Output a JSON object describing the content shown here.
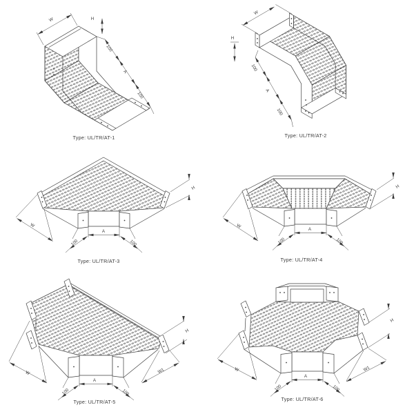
{
  "page": {
    "background": "#ffffff",
    "line_color": "#3e3e3e",
    "text_color": "#3a3a3a"
  },
  "figures": [
    {
      "id": "at-1",
      "caption": "Type: UL/TR/AT-1",
      "dims": {
        "w": "W",
        "h": "H",
        "a": "A",
        "d1": "100",
        "d2": "100"
      }
    },
    {
      "id": "at-2",
      "caption": "Type: UL/TR/AT-2",
      "dims": {
        "w": "W",
        "h": "H",
        "a": "A",
        "d1": "100",
        "d2": "100"
      }
    },
    {
      "id": "at-3",
      "caption": "Type: UL/TR/AT-3",
      "dims": {
        "w": "W",
        "h": "H",
        "a": "A",
        "d1": "100",
        "d2": "100"
      }
    },
    {
      "id": "at-4",
      "caption": "Type: UL/TR/AT-4",
      "dims": {
        "w": "W",
        "h": "H",
        "a": "A",
        "d1": "100",
        "d2": "100"
      }
    },
    {
      "id": "at-5",
      "caption": "Type: UL/TR/AT-5",
      "dims": {
        "w": "W",
        "w1": "W1",
        "h": "H",
        "a": "A",
        "d1": "100",
        "d2": "100"
      }
    },
    {
      "id": "at-6",
      "caption": "Type: UL/TR/AT-6",
      "dims": {
        "w": "W",
        "w1": "W1",
        "h": "H",
        "a": "A",
        "d1": "100",
        "d2": "100"
      }
    }
  ]
}
